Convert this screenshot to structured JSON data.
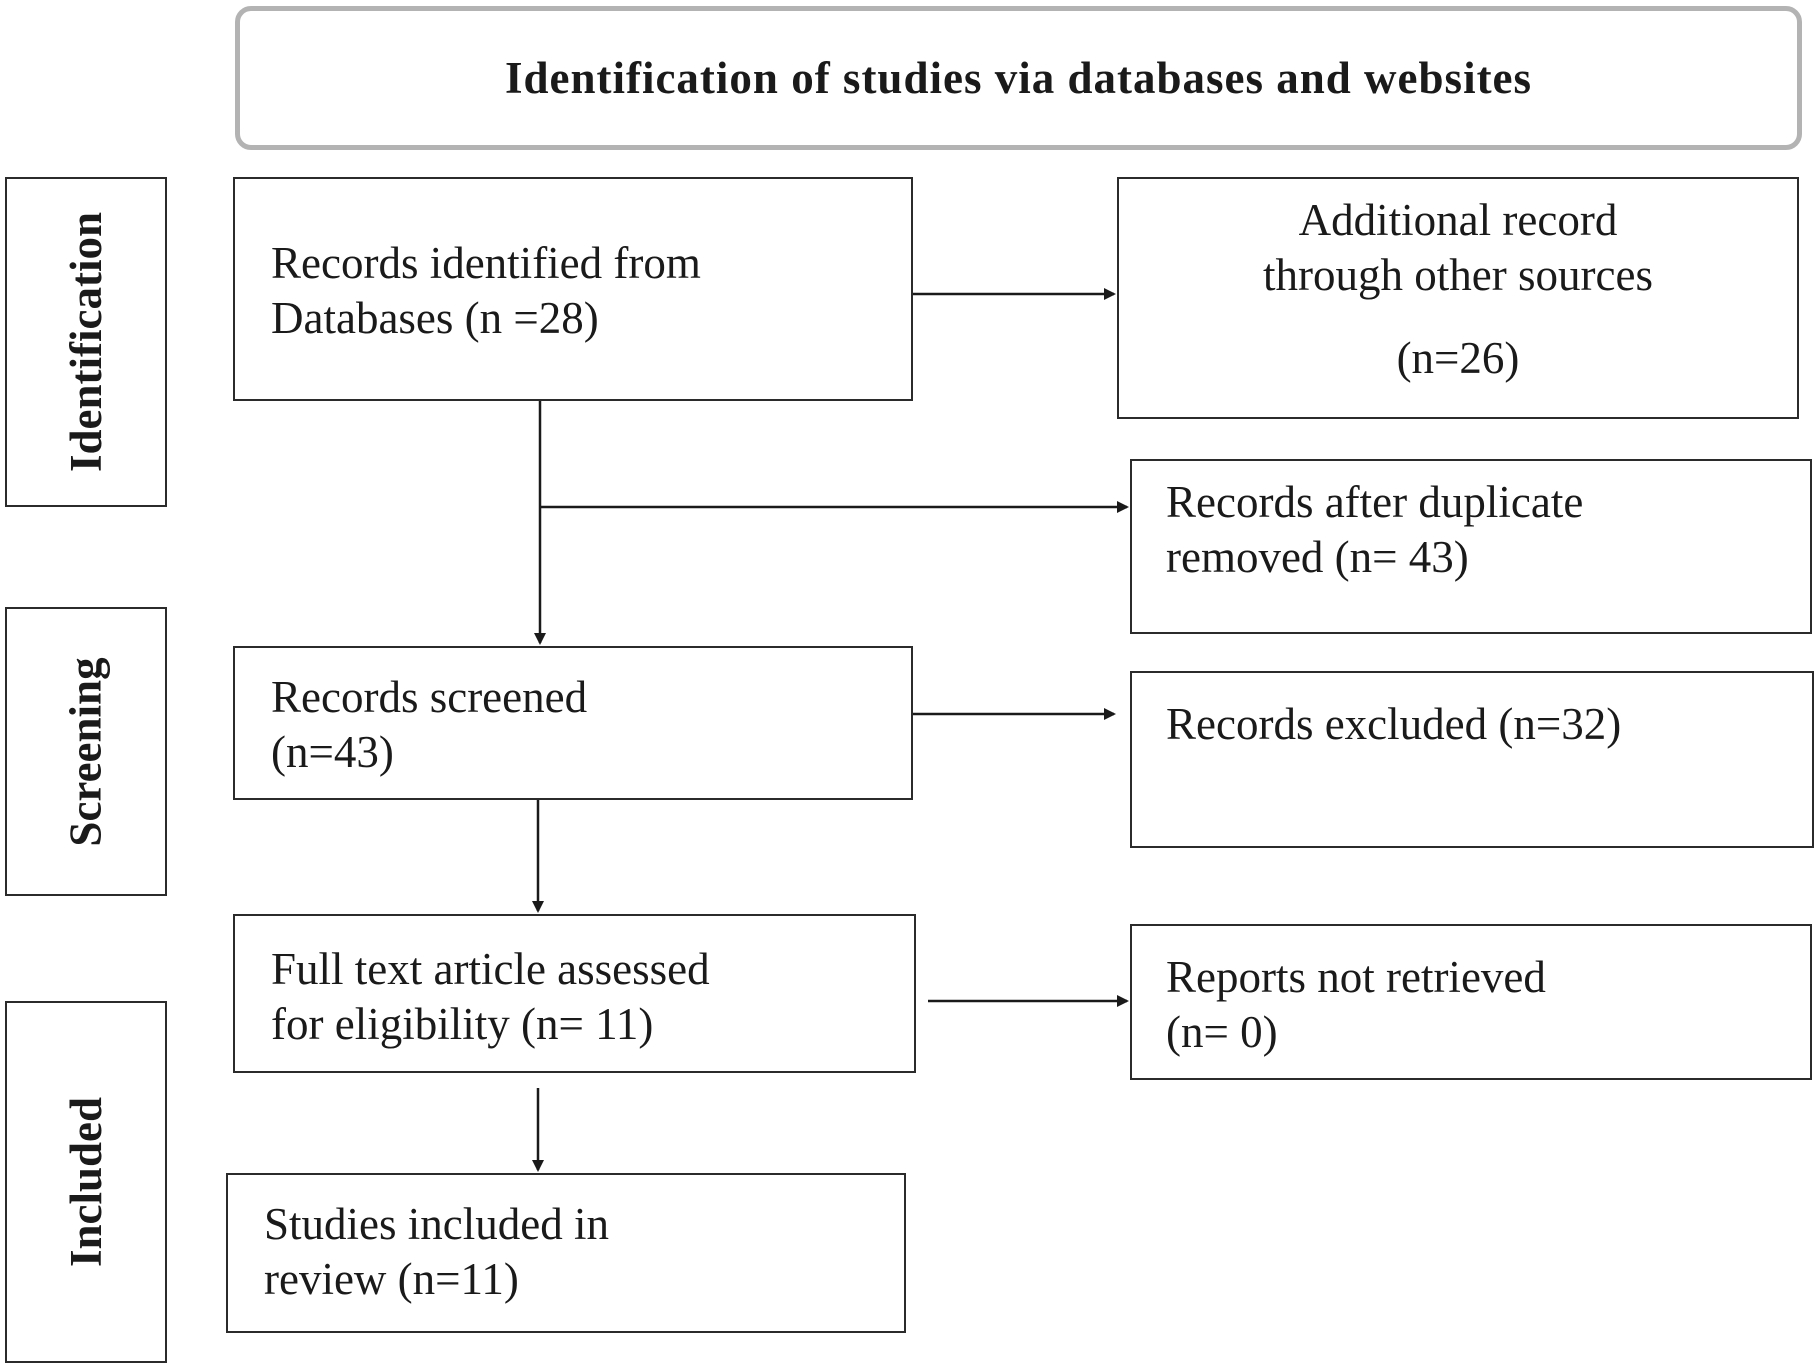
{
  "header": {
    "title": "Identification of studies via databases and websites"
  },
  "phases": {
    "identification": "Identification",
    "screening": "Screening",
    "included": "Included"
  },
  "boxes": {
    "records_identified": "Records identified from\nDatabases (n =28)",
    "additional_records": "Additional record\nthrough other sources",
    "additional_records_count": "(n=26)",
    "after_duplicates": "Records after duplicate\nremoved (n= 43)",
    "screened": "Records screened\n(n=43)",
    "excluded": "Records excluded (n=32)",
    "full_text": "Full text article assessed\nfor eligibility (n= 11)",
    "not_retrieved": "Reports not retrieved\n(n= 0)",
    "included": "Studies included in\nreview (n=11)"
  }
}
